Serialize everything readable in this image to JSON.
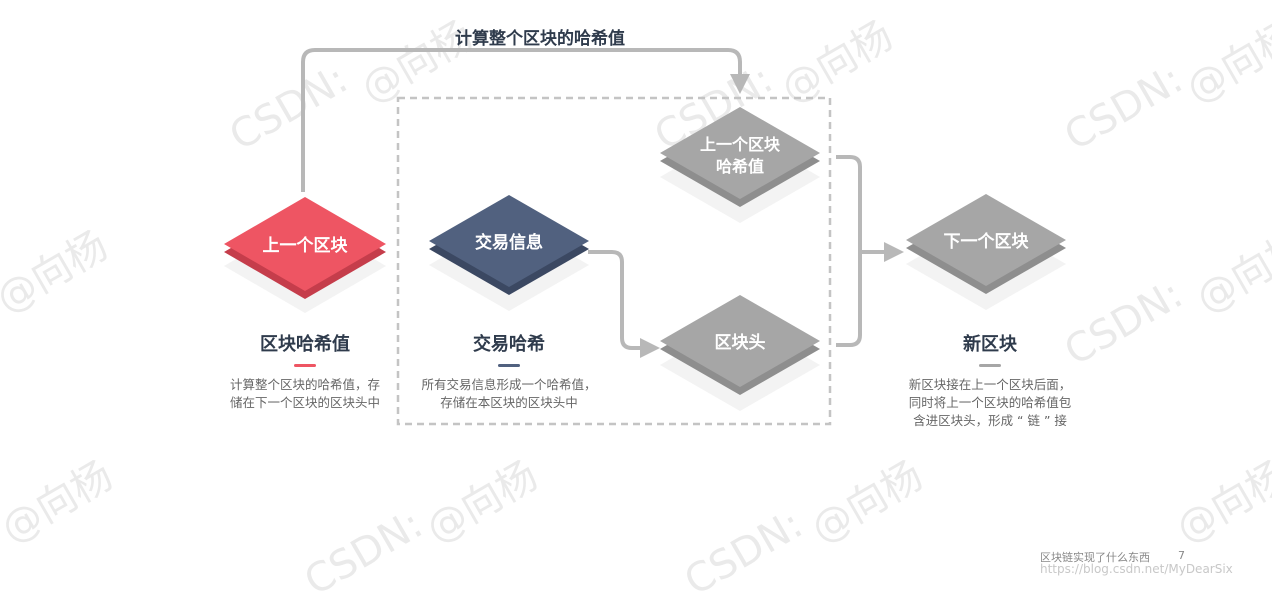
{
  "top_label": "计算整个区块的哈希值",
  "nodes": {
    "prev_block": "上一个区块",
    "tx_info": "交易信息",
    "prev_hash": [
      "上一个区块",
      "哈希值"
    ],
    "block_header": "区块头",
    "next_block": "下一个区块"
  },
  "captions": {
    "block_hash": {
      "title": "区块哈希值",
      "desc": [
        "计算整个区块的哈希值，存",
        "储在下一个区块的区块头中"
      ]
    },
    "tx_hash": {
      "title": "交易哈希",
      "desc": [
        "所有交易信息形成一个哈希值，",
        "存储在本区块的区块头中"
      ]
    },
    "new_block": {
      "title": "新区块",
      "desc": [
        "新区块接在上一个区块后面，",
        "同时将上一个区块的哈希值包",
        "含进区块头，形成 “ 链 ” 接"
      ]
    }
  },
  "footer": {
    "title": "区块链实现了什么东西",
    "page": "7",
    "url": "https://blog.csdn.net/MyDearSix"
  },
  "watermark": [
    "@向杨",
    "CSDN:"
  ],
  "colors": {
    "red": "#ee5563",
    "navy": "#51617f",
    "gray": "#a6a6a6",
    "arrow": "#b8b8b8"
  }
}
